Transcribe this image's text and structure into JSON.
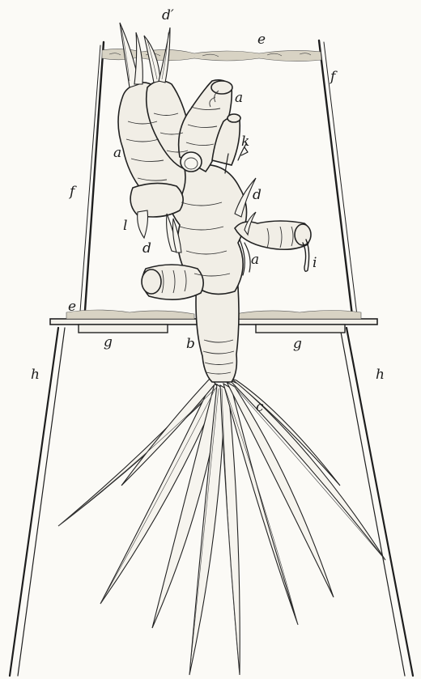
{
  "figure": {
    "labels": {
      "a_top": "a",
      "a_left": "a",
      "a_right": "a",
      "b": "b",
      "c": "c",
      "d_prime": "d′",
      "d_upper": "d",
      "d_lower": "d",
      "e_top": "e",
      "e_bottom": "e",
      "f_left": "f",
      "f_right": "f",
      "g_left": "g",
      "g_right": "g",
      "h_left": "h",
      "h_right": "h",
      "i": "i",
      "k": "k",
      "l": "l"
    }
  }
}
